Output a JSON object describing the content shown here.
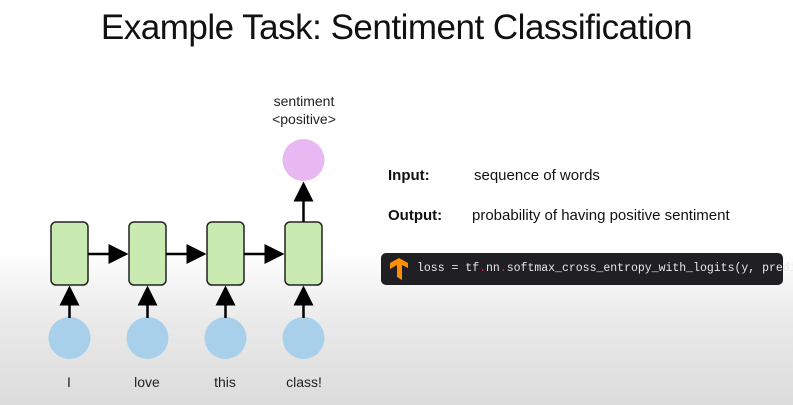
{
  "title": "Example Task: Sentiment Classification",
  "output_node": {
    "line1": "sentiment",
    "line2": "<positive>"
  },
  "inputs": [
    "I",
    "love",
    "this",
    "class!"
  ],
  "io": {
    "input_label": "Input:",
    "input_value": "sequence of words",
    "output_label": "Output:",
    "output_value": "probability of having positive sentiment"
  },
  "code": {
    "icon": "tensorflow-logo",
    "pre": "loss = tf",
    "mid": "nn",
    "post": "softmax_cross_entropy_with_logits(y, predicted)",
    "sep": "."
  },
  "colors": {
    "cell": "#c9eab1",
    "input": "#a9d0ea",
    "output": "#e8b8f3",
    "code_bg": "#1f1f24",
    "tf_orange": "#ff8f00"
  }
}
